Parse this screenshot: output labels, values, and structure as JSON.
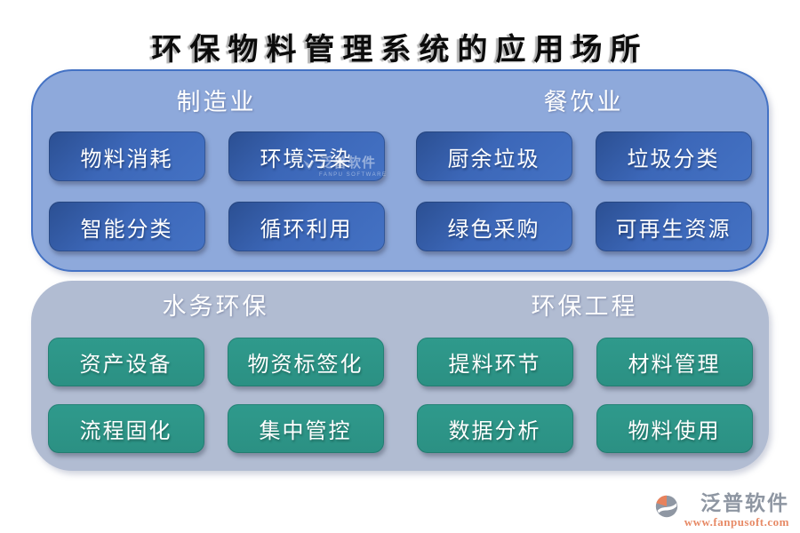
{
  "title": "环保物料管理系统的应用场所",
  "panels": [
    {
      "name": "top-panel",
      "sections": [
        {
          "header": "制造业",
          "buttons": [
            "物料消耗",
            "环境污染",
            "智能分类",
            "循环利用"
          ]
        },
        {
          "header": "餐饮业",
          "buttons": [
            "厨余垃圾",
            "垃圾分类",
            "绿色采购",
            "可再生资源"
          ]
        }
      ]
    },
    {
      "name": "bottom-panel",
      "sections": [
        {
          "header": "水务环保",
          "buttons": [
            "资产设备",
            "物资标签化",
            "流程固化",
            "集中管控"
          ]
        },
        {
          "header": "环保工程",
          "buttons": [
            "提料环节",
            "材料管理",
            "数据分析",
            "物料使用"
          ]
        }
      ]
    }
  ],
  "watermark": {
    "brand": "泛普软件",
    "subtitle": "FANPU SOFTWARE"
  },
  "footer": {
    "brand": "泛普软件",
    "url": "www.fanpusoft.com"
  },
  "colors": {
    "panel_blue_fill": "#8EA9DB",
    "panel_blue_border": "#4472C4",
    "panel_gray_fill": "#B1BCD2",
    "button_blue": "#4472C4",
    "button_blue_dark": "#2F5597",
    "button_teal": "#2E9487",
    "logo_gray": "#8E96A2",
    "logo_orange": "#E78A66"
  }
}
